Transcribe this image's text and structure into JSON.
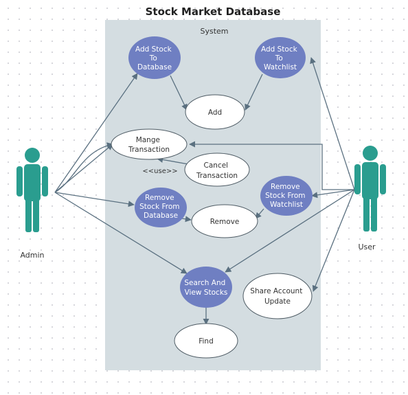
{
  "title": "Stock Market Database",
  "system_label": "System",
  "colors": {
    "system_bg": "#d4dde1",
    "use_case_filled": "#6f7fc2",
    "use_case_plain": "#ffffff",
    "actor": "#2a9d8f",
    "line": "#5a7080"
  },
  "actors": {
    "admin": {
      "label": "Admin"
    },
    "user": {
      "label": "User"
    }
  },
  "use_cases": {
    "add_to_db": {
      "lines": [
        "Add Stock",
        "To",
        "Database"
      ],
      "style": "filled"
    },
    "add_to_watchlist": {
      "lines": [
        "Add Stock",
        "To",
        "Watchlist"
      ],
      "style": "filled"
    },
    "add": {
      "lines": [
        "Add"
      ],
      "style": "plain"
    },
    "manage_transaction": {
      "lines": [
        "Mange",
        "Transaction"
      ],
      "style": "plain"
    },
    "cancel_transaction": {
      "lines": [
        "Cancel",
        "Transaction"
      ],
      "style": "plain"
    },
    "remove_from_db": {
      "lines": [
        "Remove",
        "Stock From",
        "Database"
      ],
      "style": "filled"
    },
    "remove_from_watchlist": {
      "lines": [
        "Remove",
        "Stock From",
        "Watchlist"
      ],
      "style": "filled"
    },
    "remove": {
      "lines": [
        "Remove"
      ],
      "style": "plain"
    },
    "search_view": {
      "lines": [
        "Search And",
        "View Stocks"
      ],
      "style": "filled"
    },
    "share_account": {
      "lines": [
        "Share Account",
        "Update"
      ],
      "style": "plain"
    },
    "find": {
      "lines": [
        "Find"
      ],
      "style": "plain"
    }
  },
  "use_label": "<<use>>"
}
